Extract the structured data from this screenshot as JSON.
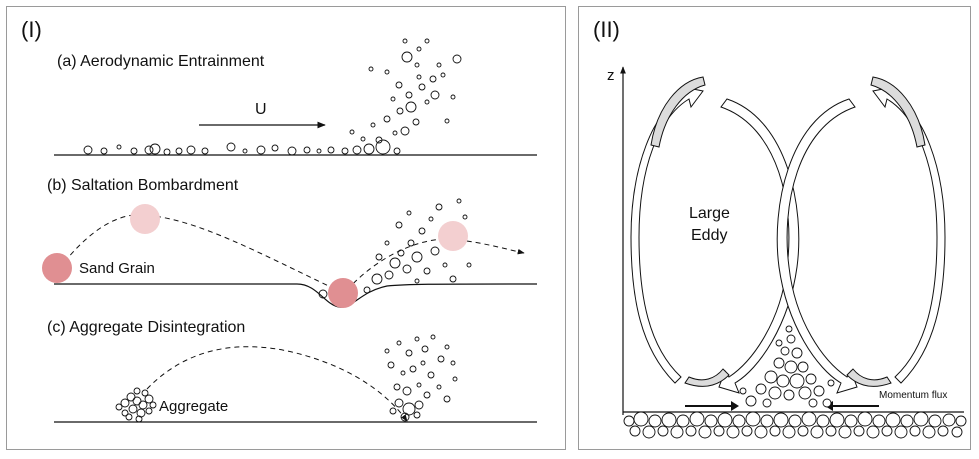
{
  "panel_one": {
    "label": "(I)",
    "a_title": "(a) Aerodynamic Entrainment",
    "wind_label": "U",
    "b_title": "(b) Saltation Bombardment",
    "grain_label": "Sand Grain",
    "c_title": "(c) Aggregate Disintegration",
    "aggregate_label": "Aggregate"
  },
  "panel_two": {
    "label": "(II)",
    "z_label": "z",
    "eddy_label_1": "Large",
    "eddy_label_2": "Eddy",
    "flux_label": "Momentum flux"
  },
  "colors": {
    "grain_fill": "#e08f92",
    "grain_fill_faded": "#f3cfd0",
    "arrow_fill": "#dcdcdc",
    "line": "#111111"
  }
}
